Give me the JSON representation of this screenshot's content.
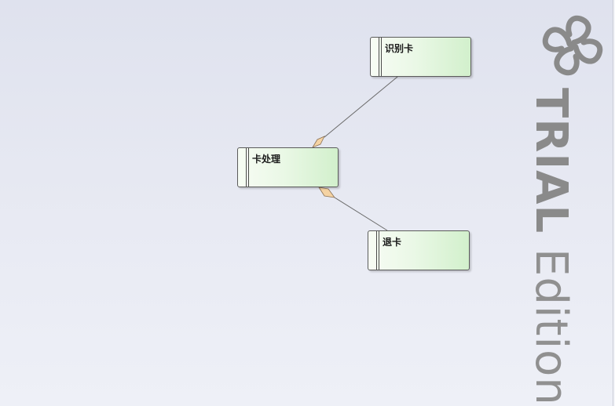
{
  "diagram": {
    "nodes": [
      {
        "id": "card-recognize",
        "label": "识别卡"
      },
      {
        "id": "card-process",
        "label": "卡处理"
      },
      {
        "id": "card-return",
        "label": "退卡"
      }
    ],
    "edges": [
      {
        "from": "card-process",
        "to": "card-recognize",
        "type": "aggregation"
      },
      {
        "from": "card-process",
        "to": "card-return",
        "type": "aggregation"
      }
    ]
  },
  "watermark": {
    "word_trial": "TRIAL",
    "word_edition": "Edition",
    "logo_icon": "trial-logo-icon"
  },
  "colors": {
    "background_top": "#dfe2ee",
    "node_fill_left": "#f7fcf4",
    "node_fill_right": "#d2f0cc",
    "node_border": "#5b5b5b",
    "diamond_fill": "#f5d3a3",
    "watermark": "#8a8a8a"
  }
}
